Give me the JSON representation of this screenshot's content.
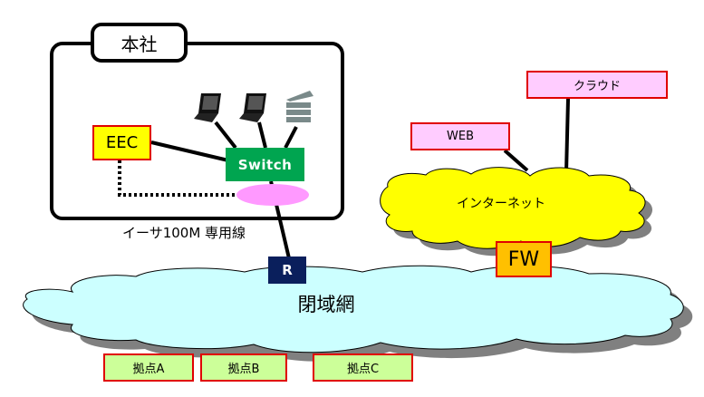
{
  "headquarters": {
    "title": "本社",
    "eec_label": "EEC",
    "switch_label": "Switch",
    "devices": [
      "laptop",
      "laptop",
      "server"
    ]
  },
  "leased_line": {
    "label": "イーサ100M  専用線"
  },
  "router": {
    "label": "R"
  },
  "closed_network": {
    "label": "閉域網",
    "color": "#ccffff"
  },
  "internet": {
    "label": "インターネット",
    "color": "#ffff00"
  },
  "firewall": {
    "label": "FW",
    "color": "#ffc000"
  },
  "web": {
    "label": "WEB"
  },
  "cloud_service": {
    "label": "クラウド"
  },
  "sites": [
    {
      "label": "拠点A"
    },
    {
      "label": "拠点B"
    },
    {
      "label": "拠点C"
    }
  ],
  "colors": {
    "switch": "#00a550",
    "router": "#0a1f5c",
    "eec": "#ffff00",
    "border_red": "#e00000",
    "site_fill": "#ccff99",
    "service_fill": "#ffccff",
    "ellipse": "#ff99ff"
  }
}
